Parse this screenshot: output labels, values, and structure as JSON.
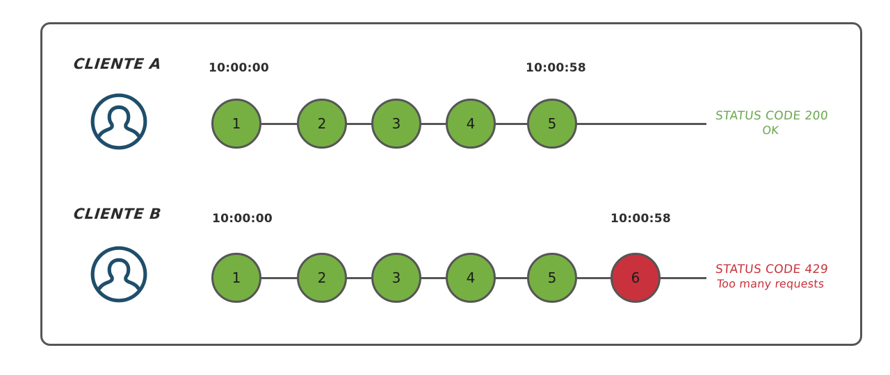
{
  "diagram": {
    "title_visible": false,
    "frame": {
      "border_color": "#555555"
    },
    "colors": {
      "node_ok": "#76b043",
      "node_error": "#c9323c",
      "node_stroke": "#555555",
      "connector": "#555555",
      "avatar": "#1f4e6b",
      "status_ok": "#6aa84f",
      "status_error": "#c9323c",
      "timestamp": "#2e2e2e",
      "label": "#2b2b2b"
    },
    "rows": [
      {
        "id": "client-a",
        "label": "CLIENTE A",
        "avatar_icon": "user-avatar-icon",
        "timestamps": [
          {
            "name": "start",
            "value": "10:00:00"
          },
          {
            "name": "end",
            "value": "10:00:58"
          }
        ],
        "nodes": [
          {
            "label": "1",
            "state": "ok"
          },
          {
            "label": "2",
            "state": "ok"
          },
          {
            "label": "3",
            "state": "ok"
          },
          {
            "label": "4",
            "state": "ok"
          },
          {
            "label": "5",
            "state": "ok"
          }
        ],
        "status": {
          "state": "ok",
          "line1": "STATUS CODE 200",
          "line2": "OK"
        }
      },
      {
        "id": "client-b",
        "label": "CLIENTE B",
        "avatar_icon": "user-avatar-icon",
        "timestamps": [
          {
            "name": "start",
            "value": "10:00:00"
          },
          {
            "name": "end",
            "value": "10:00:58"
          }
        ],
        "nodes": [
          {
            "label": "1",
            "state": "ok"
          },
          {
            "label": "2",
            "state": "ok"
          },
          {
            "label": "3",
            "state": "ok"
          },
          {
            "label": "4",
            "state": "ok"
          },
          {
            "label": "5",
            "state": "ok"
          },
          {
            "label": "6",
            "state": "error"
          }
        ],
        "status": {
          "state": "error",
          "line1": "STATUS CODE 429",
          "line2": "Too many requests"
        }
      }
    ]
  }
}
